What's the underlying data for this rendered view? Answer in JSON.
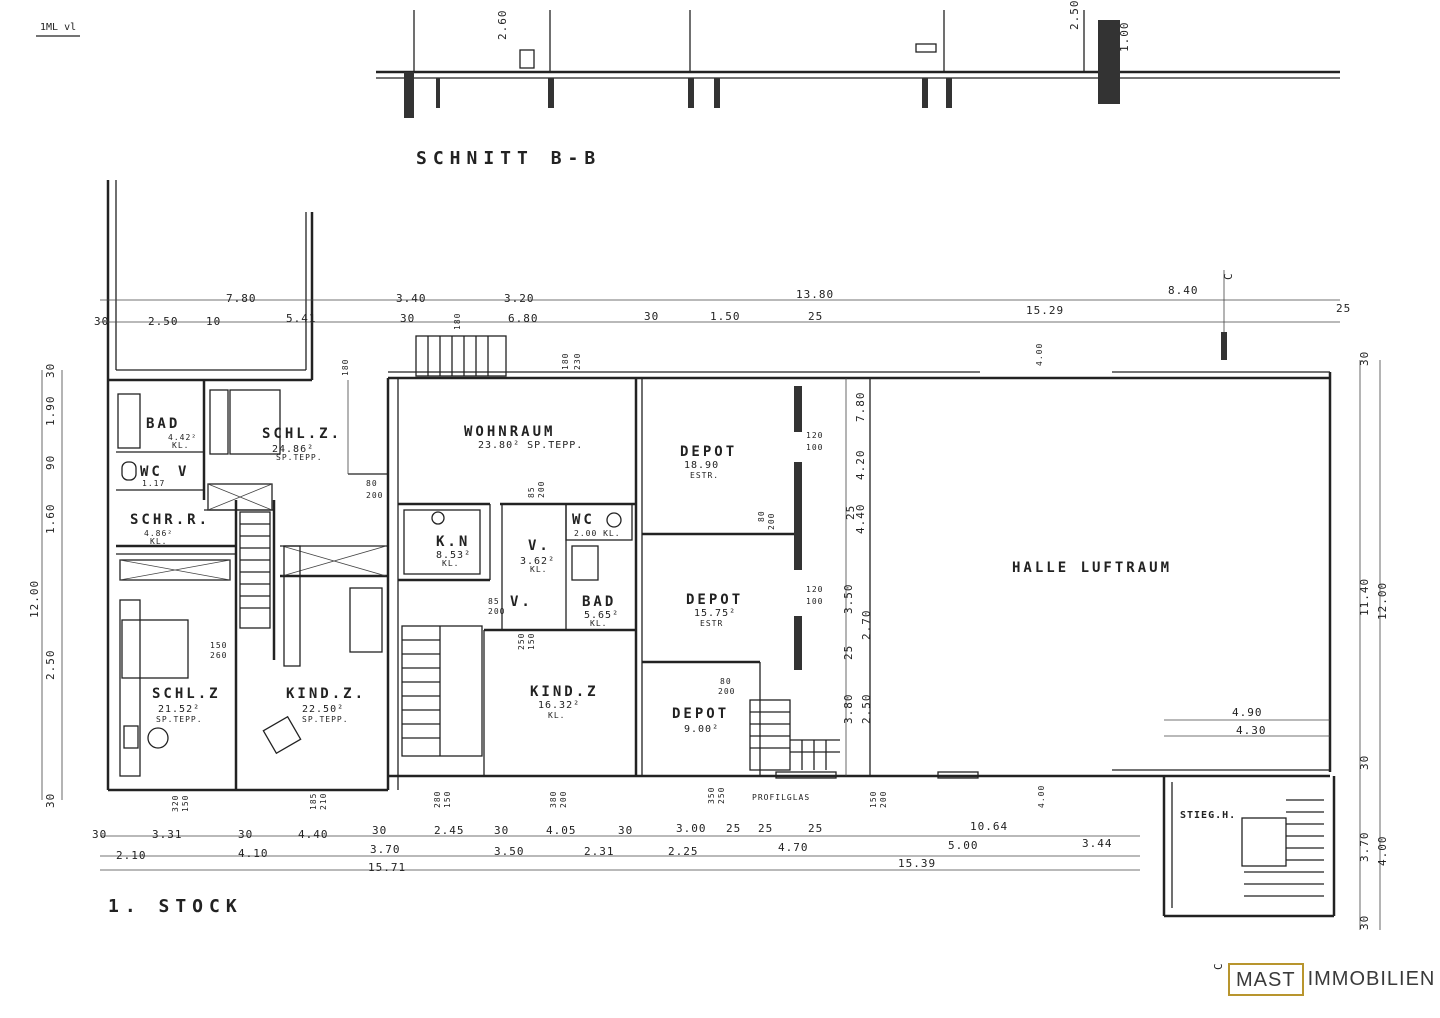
{
  "corner_mark": "1ML vl",
  "section_title": "SCHNITT B-B",
  "floor_title": "1. STOCK",
  "section_dims": [
    "2.60",
    "2.50",
    "1.00"
  ],
  "rooms": [
    {
      "id": "bad1",
      "name": "BAD",
      "area": "4.42²",
      "floor": "KL."
    },
    {
      "id": "wc1",
      "name": "WC",
      "area": "1.17",
      "floor": ""
    },
    {
      "id": "v1",
      "name": "V",
      "area": "",
      "floor": ""
    },
    {
      "id": "schr",
      "name": "SCHR.R.",
      "area": "4.86²",
      "floor": "KL."
    },
    {
      "id": "schlz1",
      "name": "SCHL.Z.",
      "area": "24.86²",
      "floor": "SP.TEPP."
    },
    {
      "id": "wohnraum",
      "name": "WOHNRAUM",
      "area": "23.80² SP.TEPP.",
      "floor": ""
    },
    {
      "id": "kn",
      "name": "K.N",
      "area": "8.53²",
      "floor": "KL."
    },
    {
      "id": "v2",
      "name": "V.",
      "area": "3.62²",
      "floor": "KL."
    },
    {
      "id": "wc2",
      "name": "WC",
      "area": "2.00 KL.",
      "floor": ""
    },
    {
      "id": "v3",
      "name": "V.",
      "area": "",
      "floor": ""
    },
    {
      "id": "bad2",
      "name": "BAD",
      "area": "5.65²",
      "floor": "KL."
    },
    {
      "id": "schlz2",
      "name": "SCHL.Z",
      "area": "21.52²",
      "floor": "SP.TEPP."
    },
    {
      "id": "kindz1",
      "name": "KIND.Z.",
      "area": "22.50²",
      "floor": "SP.TEPP."
    },
    {
      "id": "kindz2",
      "name": "KIND.Z",
      "area": "16.32²",
      "floor": "KL."
    },
    {
      "id": "depot1",
      "name": "DEPOT",
      "area": "18.90",
      "floor": "ESTR."
    },
    {
      "id": "depot2",
      "name": "DEPOT",
      "area": "15.75²",
      "floor": "ESTR"
    },
    {
      "id": "depot3",
      "name": "DEPOT",
      "area": "9.00²",
      "floor": ""
    },
    {
      "id": "halle",
      "name": "HALLE LUFTRAUM",
      "area": "",
      "floor": ""
    },
    {
      "id": "stiegh",
      "name": "STIEG.H.",
      "area": "",
      "floor": ""
    }
  ],
  "dims_top": [
    "7.80",
    "3.40",
    "3.20",
    "13.80",
    "8.40",
    "30",
    "2.50",
    "10",
    "5.41",
    "30",
    "6.80",
    "30",
    "1.50",
    "25",
    "15.29",
    "25",
    "180",
    "180",
    "180",
    "230"
  ],
  "dims_bottom": [
    "30",
    "3.31",
    "30",
    "4.40",
    "30",
    "2.45",
    "30",
    "4.05",
    "30",
    "3.00",
    "25",
    "25",
    "25",
    "10.64",
    "2.10",
    "4.10",
    "3.70",
    "3.50",
    "2.31",
    "2.25",
    "4.70",
    "5.00",
    "3.44",
    "15.71",
    "15.39"
  ],
  "dims_left": [
    "30",
    "1.90",
    "90",
    "1.60",
    "12.00",
    "2.50",
    "30"
  ],
  "dims_right": [
    "30",
    "11.40",
    "12.00",
    "30",
    "3.70",
    "4.00",
    "30"
  ],
  "dims_inner": [
    "7.80",
    "4.20",
    "25",
    "4.40",
    "3.50",
    "2.70",
    "25",
    "3.80",
    "2.50",
    "4.90",
    "4.30",
    "4.00",
    "4.00",
    "80",
    "200",
    "120",
    "100",
    "120",
    "100",
    "80",
    "200",
    "80",
    "200",
    "150",
    "260",
    "85",
    "200",
    "85",
    "200",
    "250",
    "150",
    "320",
    "150",
    "185",
    "210",
    "280",
    "150",
    "380",
    "200",
    "350",
    "250",
    "150",
    "200"
  ],
  "label_profilglas": "PROFILGLAS",
  "label_c_top": "C",
  "label_c_bottom": "C",
  "logo": {
    "mast": "MAST",
    "immobilien": "IMMOBILIEN"
  }
}
